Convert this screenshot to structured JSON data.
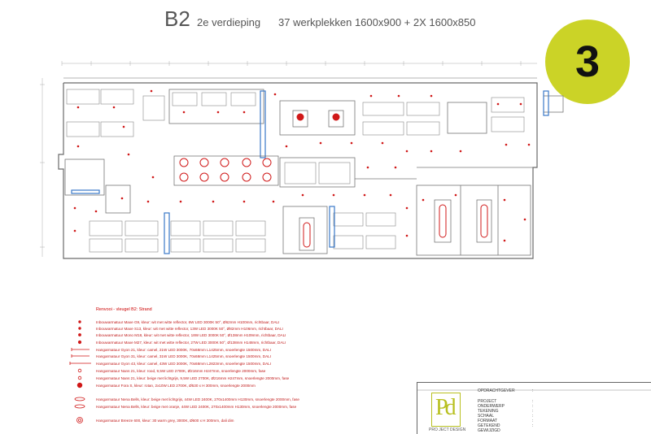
{
  "header": {
    "code": "B2",
    "floor": "2e verdieping",
    "desks": "37 werkplekken 1600x900  + 2X 1600x850"
  },
  "badge": {
    "number": "3",
    "color": "#cbd327"
  },
  "legend": {
    "title": "Renvooi - vleugel B2: Strand",
    "items": [
      {
        "icon": "fixture-circle-small-icon",
        "text": "Inbouwarmatuur Maxe G9, kleur: wit met witte reflector, 6W LED 3000K 50°, Ø62mm H100mm, richtbaar, DALI"
      },
      {
        "icon": "fixture-circle-small-icon",
        "text": "Inbouwarmatuur Maxe S13, kleur: wit met witte reflector, 13W LED 3000K 50°, Ø82mm H106mm, richtbaar, DALI"
      },
      {
        "icon": "fixture-circle-small-icon",
        "text": "Inbouwarmatuur Mono M18, kleur: wit met witte reflector, 18W LED 3000K 50°, Ø138mm H109mm, richtbaar, DALI"
      },
      {
        "icon": "fixture-circle-small-icon",
        "text": "Inbouwarmatuur Maxe M27, kleur: wit met witte reflector, 27W LED 3000K 50°, Ø138mm H148mm, richtbaar, DALI"
      },
      {
        "icon": "linear-fixture-icon",
        "text": "Hangarmatuur Gyon 21, kleur: camel, 21W LED 3000K, 70x68mm L1425mm, snoerlengte 1500mm, DALI"
      },
      {
        "icon": "linear-fixture-icon",
        "text": "Hangarmatuur Gyon 31, kleur: camel, 31W LED 3000K, 70x68mm L1425mm, snoerlengte 1500mm, DALI"
      },
      {
        "icon": "linear-fixture-icon",
        "text": "Hangarmatuur Gyon 43, kleur: camel, 43W LED 3000K, 70x68mm L2823mm, snoerlengte 1500mm, DALI"
      },
      {
        "icon": "fixture-circle-small-icon",
        "text": "Hangarmatuur Nans 21, kleur: rood, 9,5W LED 2700K, Ø216mm H247mm, snoerlengte 2000mm, fase"
      },
      {
        "icon": "fixture-circle-small-icon",
        "text": "Hangarmatuur Nans 21, kleur: beige met lichtgrijs, 9,5W LED 2700K, Ø216mm H247mm, snoerlengte 2000mm, fase"
      },
      {
        "icon": "fixture-circle-filled-icon",
        "text": "Hangarmatuur Fora S, kleur: rotan, 2x10W LED 2700K, Ø530 x H 300mm, snoerlengte 2000mm"
      },
      {
        "icon": "fixture-oval-icon",
        "text": "Hangarmatuur Nena Bells, kleur: beige met lichtgrijs, 44W LED 2400K, 270x1400mm H130mm, snoerlengte 2000mm, fase"
      },
      {
        "icon": "fixture-oval-icon",
        "text": "Hangarmatuur Nena Bells, kleur: beige met oranje, 44W LED 2400K, 270x1400mm H130mm, snoerlengte 2000mm, fase"
      },
      {
        "icon": "fixture-ring-icon",
        "text": "Hangarmatuur Breeze 600, kleur: 30 warm grey, 3000K, Ø600 x H 300mm, dali dim"
      }
    ]
  },
  "title_block": {
    "logo": "Pd",
    "brand": "PRO JECT DESIGN",
    "fields": [
      "OPDRACHTGEVER",
      "PROJECT",
      "ONDERWERP",
      "TEKENING",
      "SCHAAL",
      "FORMAAT",
      "GETEKEND",
      "GEWIJZIGD"
    ]
  },
  "colors": {
    "fixture_red": "#d01818",
    "wall": "#6a6a6a",
    "blue_accent": "#3a78c8",
    "brand_yellow": "#b8c020"
  }
}
